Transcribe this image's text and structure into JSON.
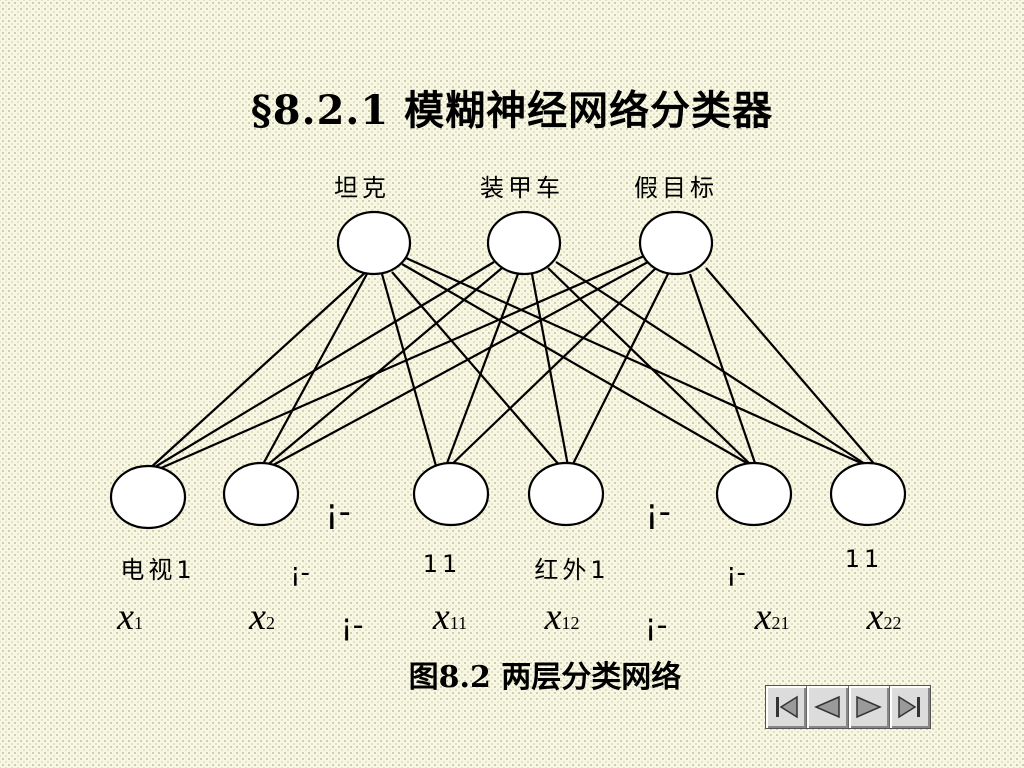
{
  "slide": {
    "title": "§8.2.1  模糊神经网络分类器",
    "caption": "图8.2  两层分类网络"
  },
  "network": {
    "output_labels": [
      "坦克",
      "装甲车",
      "假目标"
    ],
    "input_group_labels": [
      "电视1",
      "11",
      "红外1",
      "11"
    ],
    "separator_glyph": "¡-",
    "input_vars": [
      {
        "base": "x",
        "sub": "1"
      },
      {
        "base": "x",
        "sub": "2"
      },
      {
        "base": "x",
        "sub": "11"
      },
      {
        "base": "x",
        "sub": "12"
      },
      {
        "base": "x",
        "sub": "21"
      },
      {
        "base": "x",
        "sub": "22"
      }
    ]
  },
  "navigation": {
    "buttons": [
      "first-icon",
      "previous-icon",
      "next-icon",
      "last-icon"
    ]
  }
}
